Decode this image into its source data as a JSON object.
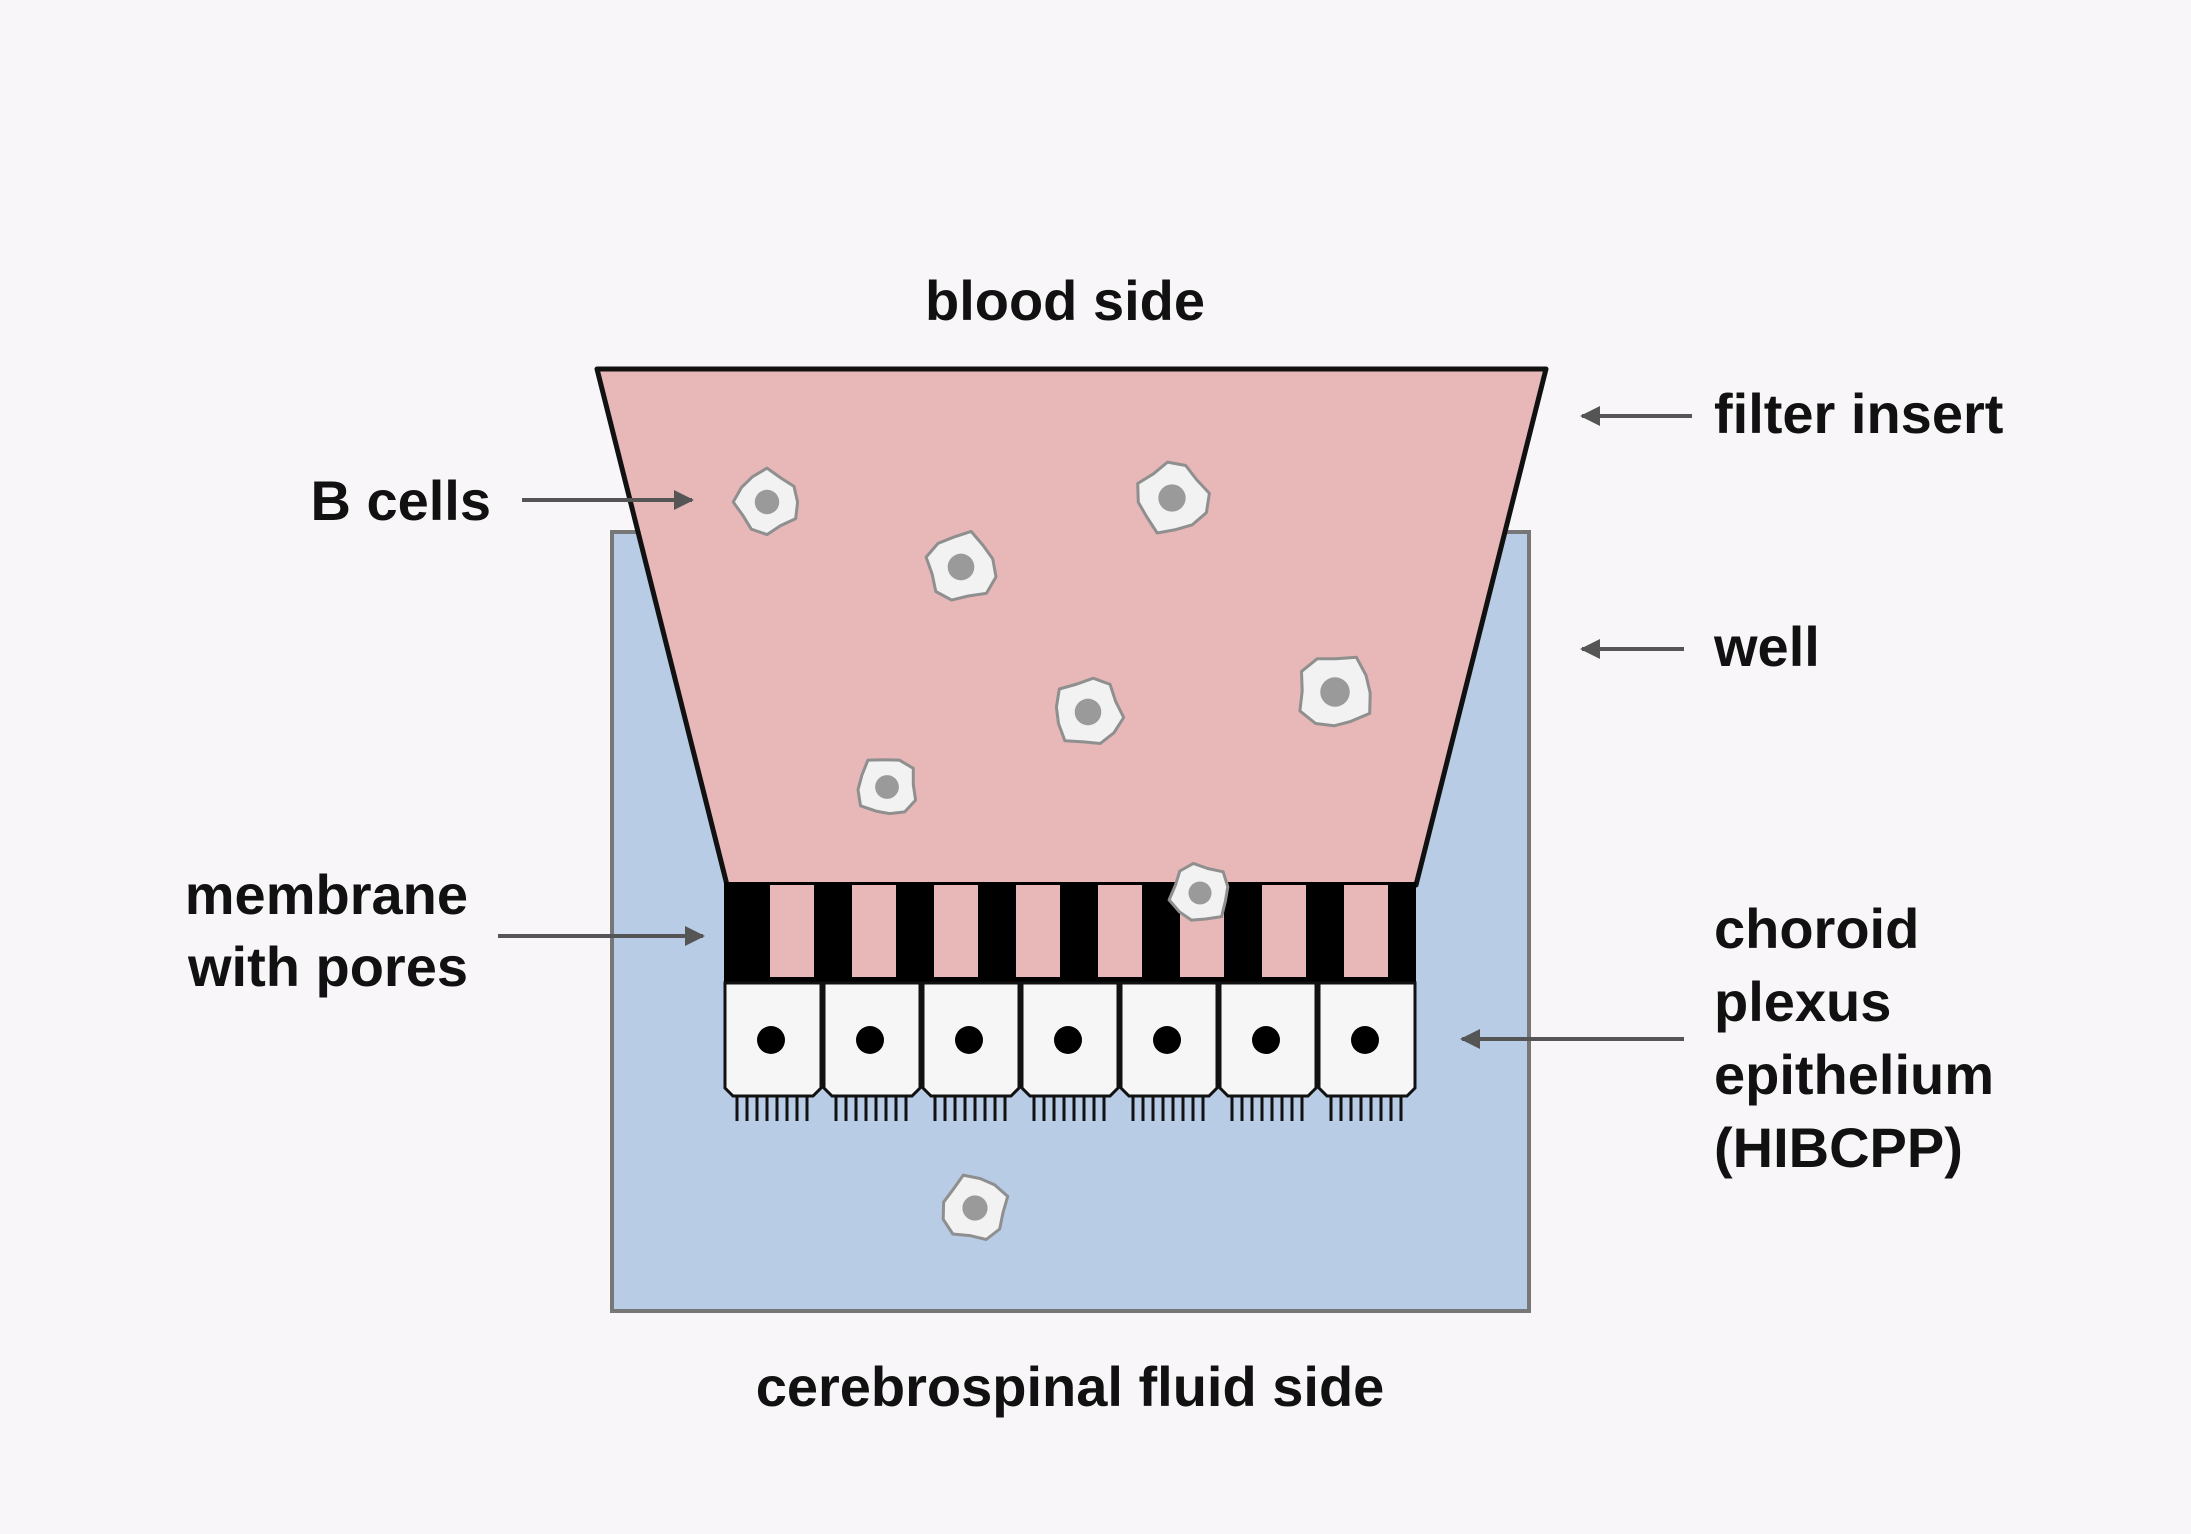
{
  "labels": {
    "blood_side": "blood side",
    "csf_side": "cerebrospinal fluid side",
    "b_cells": "B cells",
    "membrane_line1": "membrane",
    "membrane_line2": "with pores",
    "filter_insert": "filter insert",
    "well": "well",
    "choroid_line1": "choroid",
    "choroid_line2": "plexus",
    "choroid_line3": "epithelium",
    "choroid_line4": "(HIBCPP)"
  },
  "colors": {
    "background": "#f8f6f8",
    "blood_compartment": "#e8b8b8",
    "csf_compartment": "#b8cce6",
    "well_border": "#777777",
    "membrane_bar": "#000000",
    "pore": "#e8b8b8",
    "epithelial_cell": "#f6f6f6",
    "nucleus": "#000000",
    "b_cell": "#f2f2f2",
    "b_cell_nucleus": "#9a9a9a",
    "arrow": "#555555",
    "text": "#111111"
  }
}
